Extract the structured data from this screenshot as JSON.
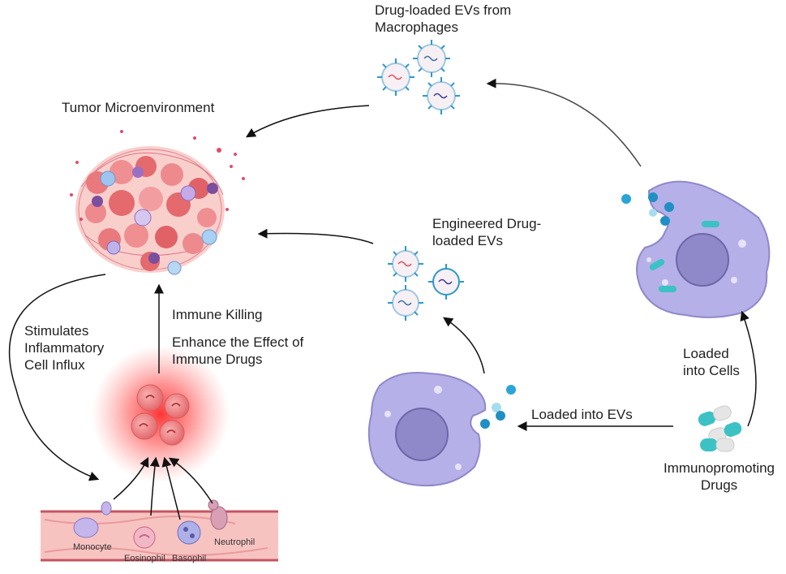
{
  "labels": {
    "drug_loaded_evs_macrophages": "Drug-loaded EVs from\nMacrophages",
    "tumor_microenvironment": "Tumor Microenvironment",
    "engineered_drug_loaded_evs": "Engineered Drug-\nloaded EVs",
    "immune_killing": "Immune Killing",
    "enhance_effect": "Enhance the Effect of\nImmune Drugs",
    "stimulates_influx": "Stimulates\nInflammatory\nCell Influx",
    "loaded_into_cells": "Loaded\ninto Cells",
    "loaded_into_evs": "Loaded into EVs",
    "immunopromoting_drugs": "Immunopromoting\nDrugs"
  },
  "vessel_cells": {
    "monocyte": "Monocyte",
    "eosinophil": "Eosinophil",
    "basophil": "Basophil",
    "neutrophil": "Neutrophil"
  },
  "colors": {
    "macrophage": "#b5b0e8",
    "macrophage_nucleus": "#8f88c9",
    "tumor": "#e8777a",
    "vessel": "#f2b6b4",
    "capsule_teal": "#3cc2c4",
    "drug_dot": "#1f8fc4",
    "glow": "#ff3a3a"
  }
}
